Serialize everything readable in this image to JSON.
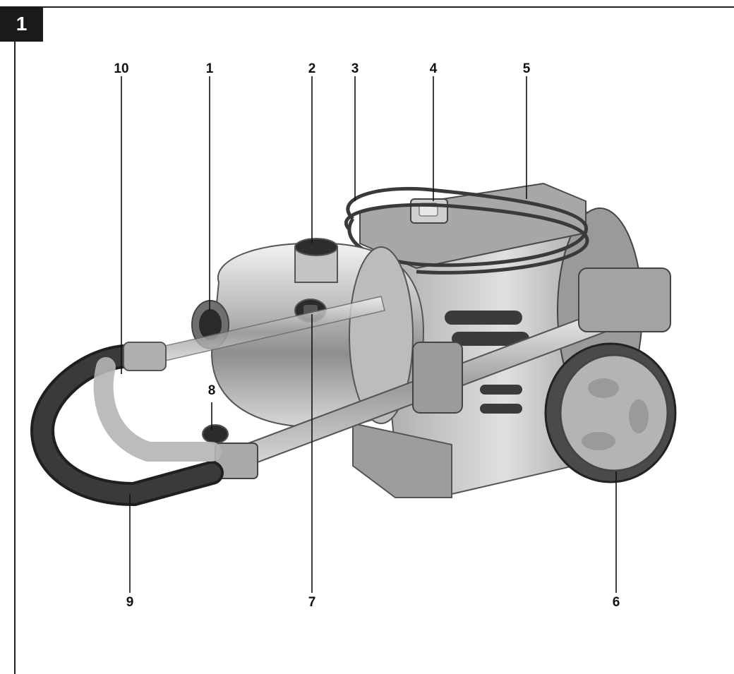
{
  "figure": {
    "number": "1"
  },
  "callouts": {
    "c1": "1",
    "c2": "2",
    "c3": "3",
    "c4": "4",
    "c5": "5",
    "c6": "6",
    "c7": "7",
    "c8": "8",
    "c9": "9",
    "c10": "10"
  },
  "colors": {
    "frame": "#222222",
    "badge": "#1a1a1a",
    "leader": "#111111"
  }
}
